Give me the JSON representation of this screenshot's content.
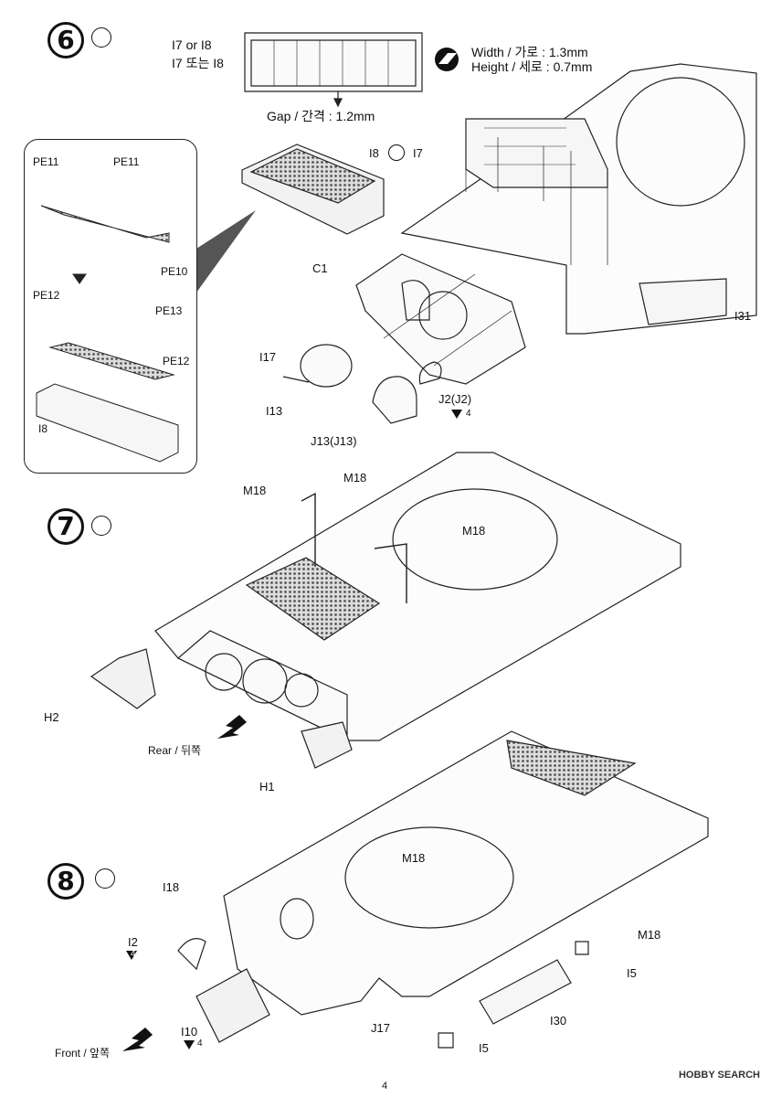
{
  "page_number": "4",
  "watermark": "HOBBY SEARCH",
  "steps": {
    "s6": "6",
    "s7": "7",
    "s8": "8"
  },
  "step6": {
    "choice_line1": "I7 or I8",
    "choice_line2": "I7 또는 I8",
    "gap": "Gap / 간격 : 1.2mm",
    "width": "Width / 가로 : 1.3mm",
    "height": "Height  / 세로 : 0.7mm",
    "i8": "I8",
    "i7": "I7",
    "c1": "C1",
    "i17": "I17",
    "i13": "I13",
    "j13": "J13(J13)",
    "j2": "J2(J2)",
    "j2_ref": "4",
    "i31": "I31",
    "inset": {
      "pe11_a": "PE11",
      "pe11_b": "PE11",
      "pe10": "PE10",
      "pe12_a": "PE12",
      "pe13": "PE13",
      "pe12_b": "PE12",
      "i8": "I8"
    }
  },
  "step7": {
    "m18_a": "M18",
    "m18_b": "M18",
    "m18_c": "M18",
    "h2": "H2",
    "h1": "H1",
    "rear": "Rear / 뒤쪽"
  },
  "step8": {
    "i18": "I18",
    "i2": "I2",
    "i2_ref": "4",
    "m18_a": "M18",
    "m18_b": "M18",
    "i5_a": "I5",
    "i5_b": "I5",
    "i30": "I30",
    "j17": "J17",
    "i10": "I10",
    "i10_ref": "4",
    "front": "Front / 앞쪽"
  },
  "colors": {
    "ink": "#111111",
    "paper": "#ffffff",
    "inset_arrow": "#555555"
  },
  "icons": [
    "glue-icon",
    "photo-etch-icon",
    "arrow-down-icon"
  ]
}
